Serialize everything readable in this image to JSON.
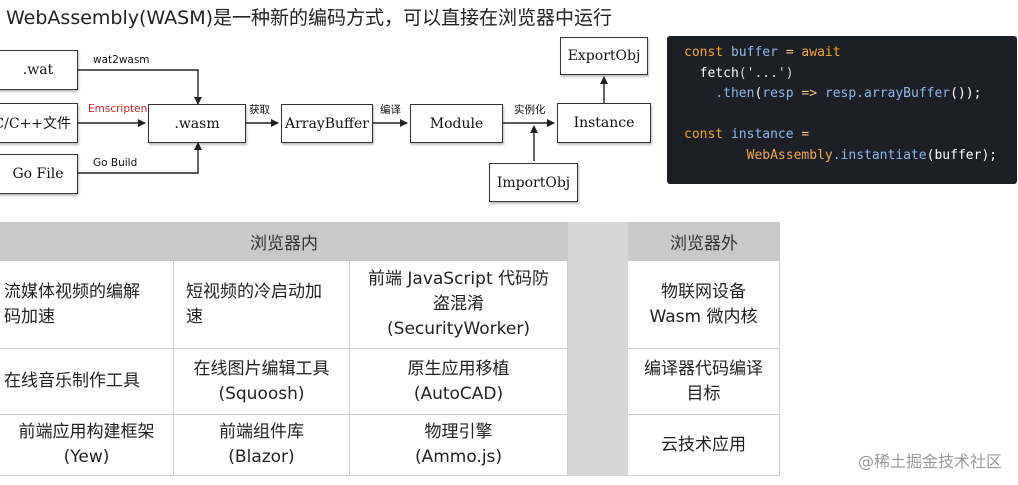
{
  "title": "WebAssembly(WASM)是一种新的编码方式，可以直接在浏览器中运行",
  "diagram": {
    "nodes": {
      "wat": ".wat",
      "cpp": "C/C++文件",
      "go": "Go File",
      "wasm": ".wasm",
      "arraybuffer": "ArrayBuffer",
      "module": "Module",
      "instance": "Instance",
      "exportobj": "ExportObj",
      "importobj": "ImportObj"
    },
    "edges": {
      "wat2wasm": "wat2wasm",
      "emscripten": "Emscripten",
      "gobuild": "Go Build",
      "fetch": "获取",
      "compile": "编译",
      "instantiate": "实例化"
    },
    "colors": {
      "emscripten": "#d81e1e"
    }
  },
  "code": {
    "l1": {
      "kw": "const",
      "var": "buffer",
      "op": "=",
      "kw2": "await"
    },
    "l2": {
      "fn": "fetch",
      "arg": "('...')"
    },
    "l3": {
      "method": ".then",
      "param": "resp",
      "arrow": "=>",
      "obj": "resp",
      "call": ".arrayBuffer",
      "end": "());"
    },
    "l5": {
      "kw": "const",
      "var": "instance",
      "op": "="
    },
    "l6": {
      "obj": "WebAssembly",
      "call": ".instantiate",
      "arg": "buffer",
      "end": ");"
    },
    "colors": {
      "background": "#1d1f27",
      "keyword": "#f5a623"
    }
  },
  "table": {
    "header_inside": "浏览器内",
    "header_outside": "浏览器外",
    "rows": [
      [
        "流媒体视频的编解\n码加速",
        "短视频的冷启动加\n速",
        "前端 JavaScript 代码防\n盗混淆\n(SecurityWorker)",
        "物联网设备\nWasm 微内核"
      ],
      [
        "在线音乐制作工具",
        "在线图片编辑工具\n(Squoosh)",
        "原生应用移植\n(AutoCAD)",
        "编译器代码编译\n目标"
      ],
      [
        "前端应用构建框架\n(Yew)",
        "前端组件库\n(Blazor)",
        "物理引擎\n(Ammo.js)",
        "云技术应用"
      ]
    ],
    "colors": {
      "header": "#c9c9c9",
      "gap": "#d6d6d6"
    }
  },
  "watermark": "@稀土掘金技术社区"
}
